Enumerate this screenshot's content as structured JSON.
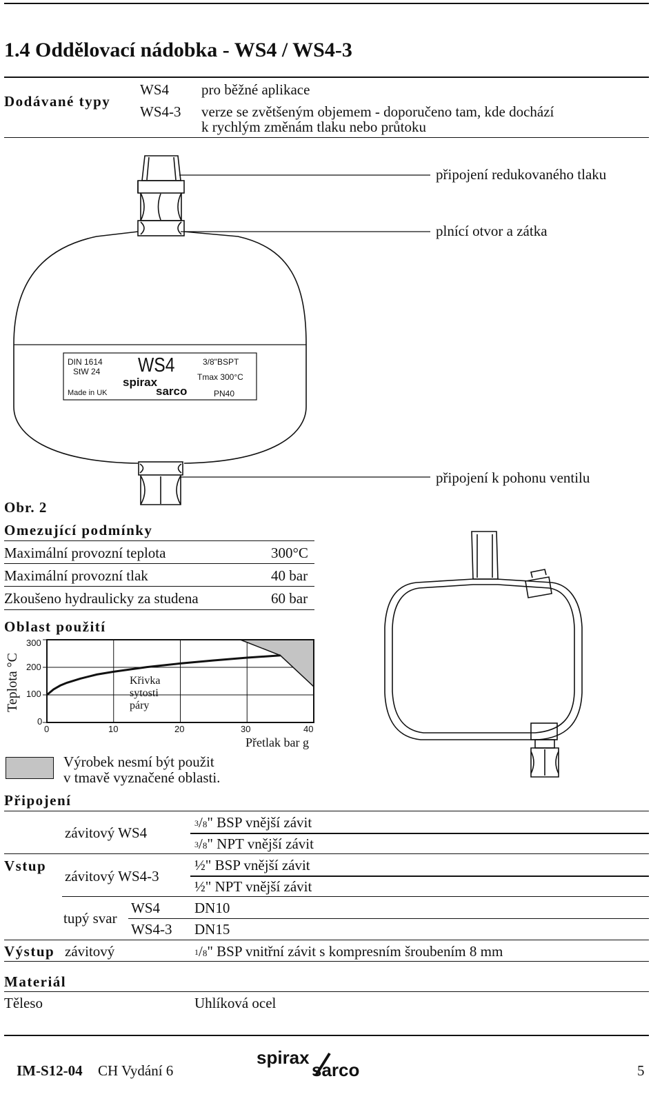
{
  "header": {
    "section_title": "1.4 Oddělovací nádobka - WS4 / WS4-3"
  },
  "supplied_types": {
    "label": "Dodávané typy",
    "rows": [
      {
        "model": "WS4",
        "desc_line1": "pro běžné aplikace",
        "desc_line2": ""
      },
      {
        "model": "WS4-3",
        "desc_line1": "verze se zvětšeným objemem - doporučeno tam, kde dochází",
        "desc_line2": "k rychlým změnám tlaku nebo průtoku"
      }
    ]
  },
  "figure": {
    "callout_top": "připojení redukovaného tlaku",
    "callout_fill": "plnící otvor a zátka",
    "callout_bottom": "připojení k pohonu ventilu",
    "caption": "Obr. 2",
    "nameplate": {
      "din": "DIN 1614",
      "stw": "StW 24",
      "made": "Made in UK",
      "model": "WS4",
      "brand_top": "spirax",
      "brand_bottom": "sarco",
      "thread": "3/8\"BSPT",
      "tmax": "Tmax 300°C",
      "pn": "PN40"
    }
  },
  "limits": {
    "heading": "Omezující podmínky",
    "rows": [
      {
        "label": "Maximální provozní teplota",
        "value": "300°C"
      },
      {
        "label": "Maximální provozní tlak",
        "value": "40 bar"
      },
      {
        "label": "Zkoušeno hydraulicky za studena",
        "value": "60 bar"
      }
    ]
  },
  "application": {
    "heading": "Oblast použití",
    "legend_text_1": "Výrobek nesmí být použit",
    "legend_text_2": "v tmavě vyznačené oblasti.",
    "shade_color": "#c4c4c4"
  },
  "chart_data": {
    "type": "area",
    "ylabel": "Teplota °C",
    "xlabel": "Přetlak bar g",
    "x_ticks": [
      "0",
      "10",
      "20",
      "30",
      "40"
    ],
    "y_ticks": [
      "0",
      "100",
      "200",
      "300"
    ],
    "xlim": [
      0,
      40
    ],
    "ylim": [
      0,
      300
    ],
    "grid": true,
    "curve_label_lines": [
      "Křivka",
      "sytosti",
      "páry"
    ],
    "saturation_curve": {
      "x": [
        0,
        1,
        2,
        3,
        5,
        7.5,
        10,
        15,
        20,
        25,
        30,
        35
      ],
      "y": [
        100,
        120,
        134,
        144,
        159,
        174,
        184,
        201,
        214,
        225,
        235,
        243
      ]
    },
    "restricted_region": {
      "x": [
        29,
        40,
        40,
        35
      ],
      "y": [
        300,
        300,
        130,
        243
      ]
    }
  },
  "connections": {
    "heading": "Připojení",
    "inlet_label": "Vstup",
    "inlet_rows": [
      {
        "type": "závitový WS4",
        "spec": [
          {
            "num": "3",
            "den": "8",
            "text": "\" BSP vnější závit"
          },
          {
            "num": "3",
            "den": "8",
            "text": "\" NPT vnější závit"
          }
        ]
      },
      {
        "type": "závitový WS4-3",
        "spec": [
          "½\" BSP vnější závit",
          "½\" NPT vnější závit"
        ]
      }
    ],
    "butt_weld": "tupý svar",
    "butt_rows": [
      {
        "model": "WS4",
        "size": "DN10"
      },
      {
        "model": "WS4-3",
        "size": "DN15"
      }
    ],
    "outlet_label": "Výstup",
    "outlet_type": "závitový",
    "outlet_num": "1",
    "outlet_den": "8",
    "outlet_spec": "\" BSP vnitřní závit s kompresním šroubením 8 mm"
  },
  "material": {
    "heading": "Materiál",
    "body_label": "Těleso",
    "body_value": "Uhlíková ocel"
  },
  "footer": {
    "doc_code": "IM-S12-04",
    "edition": "CH Vydání 6",
    "brand_top": "spirax",
    "brand_bottom": "sarco",
    "page_number": "5"
  }
}
